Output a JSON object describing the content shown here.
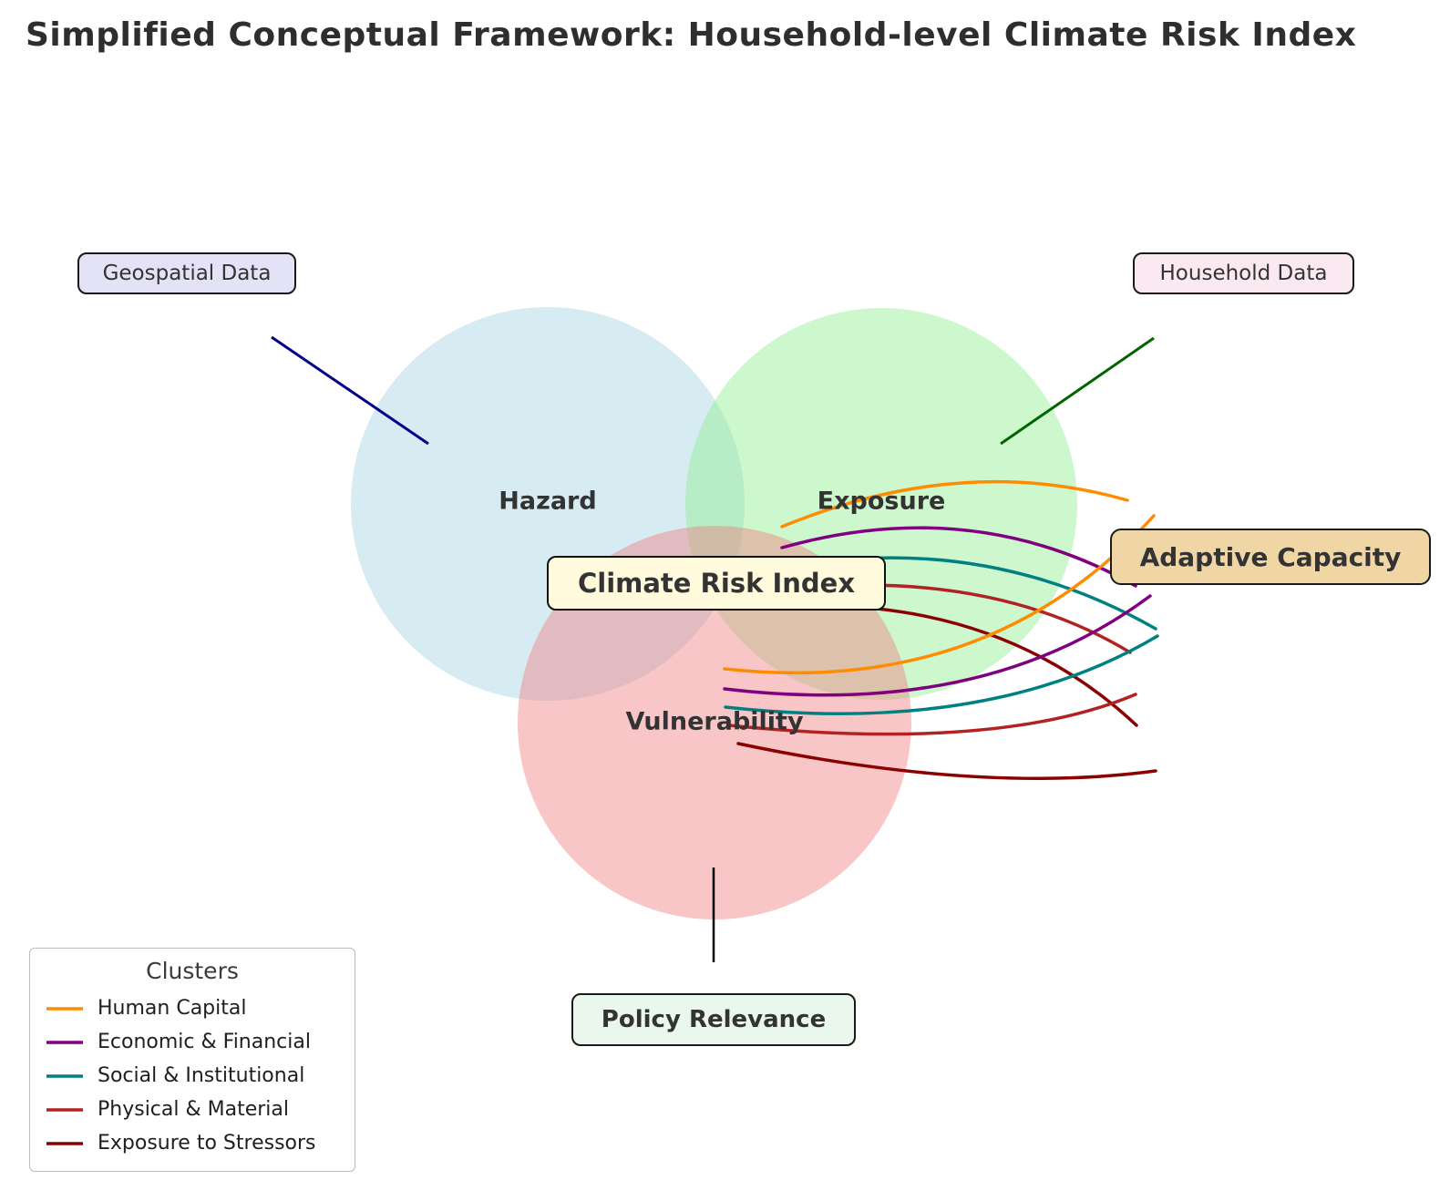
{
  "title": "Simplified Conceptual Framework: Household-level Climate Risk Index",
  "venn": {
    "hazard": {
      "label": "Hazard",
      "color": "#ADD8E6"
    },
    "exposure": {
      "label": "Exposure",
      "color": "#90EE90"
    },
    "vulnerability": {
      "label": "Vulnerability",
      "color": "#F08080"
    }
  },
  "boxes": {
    "geospatial_data": {
      "label": "Geospatial Data",
      "bg": "#E3E2F6"
    },
    "household_data": {
      "label": "Household Data",
      "bg": "#FBE9F1"
    },
    "adaptive_capacity": {
      "label": "Adaptive Capacity",
      "bg": "#F0D6A4"
    },
    "climate_risk_index": {
      "label": "Climate Risk Index",
      "bg": "#FFFBDC"
    },
    "policy_relevance": {
      "label": "Policy Relevance",
      "bg": "#E9F7EC"
    }
  },
  "connectors": {
    "geospatial_line_color": "#00008B",
    "household_line_color": "#006400",
    "policy_line_color": "#000000"
  },
  "legend": {
    "title": "Clusters",
    "items": [
      {
        "label": "Human Capital",
        "color": "#FF8C00"
      },
      {
        "label": "Economic & Financial",
        "color": "#800080"
      },
      {
        "label": "Social & Institutional",
        "color": "#008080"
      },
      {
        "label": "Physical & Material",
        "color": "#B22222"
      },
      {
        "label": "Exposure to Stressors",
        "color": "#8B0000"
      }
    ]
  }
}
